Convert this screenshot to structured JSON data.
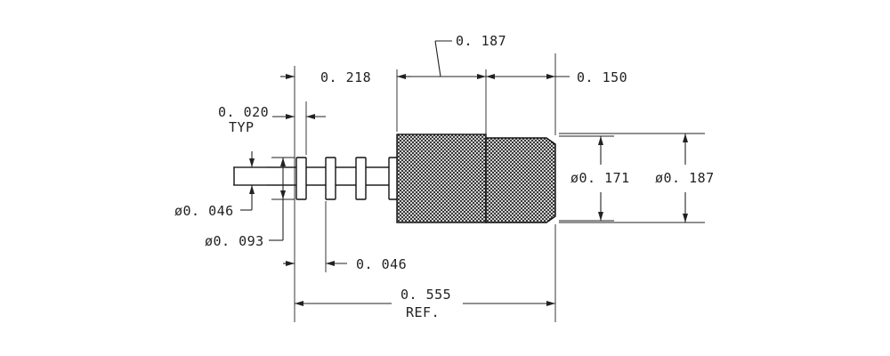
{
  "drawing": {
    "dimensions": {
      "top_section": "0. 187",
      "left_section": "0. 218",
      "right_section": "0. 150",
      "pin_width": "0. 020",
      "pin_width_note": "TYP",
      "tail_diameter": "ø0. 046",
      "flange_diameter": "ø0. 093",
      "pin_spacing": "0. 046",
      "overall_length": "0. 555",
      "overall_length_note": "REF.",
      "body_diameter": "ø0. 171",
      "head_diameter": "ø0. 187"
    },
    "colors": {
      "line": "#222222",
      "knurl": "#1a1a1a",
      "background": "#ffffff"
    }
  }
}
